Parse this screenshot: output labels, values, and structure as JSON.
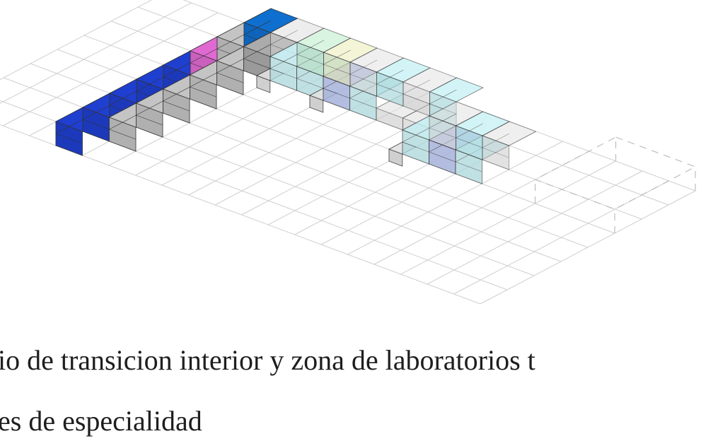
{
  "caption": {
    "line1": "io de transicion interior y zona de laboratorios t",
    "line2": "es de especialidad"
  },
  "colors": {
    "dark_blue": "#1f3fd0",
    "medium_blue": "#0f6fcf",
    "magenta": "#e06ad2",
    "dark_gray": "#a3a3a3",
    "gray": "#c4c4c4",
    "light_gray": "#e2e2e2",
    "cyan": "#bff0f4",
    "light_green": "#c9f2d6",
    "lavender": "#b8c6f3",
    "pale_yellow": "#eef2c6",
    "grid_line": "#cfcfcf"
  },
  "legend_blocks": [
    {
      "color": "dark_blue"
    },
    {
      "color": "medium_blue"
    },
    {
      "color": "magenta"
    },
    {
      "color": "gray"
    },
    {
      "color": "dark_gray"
    },
    {
      "color": "light_gray"
    },
    {
      "color": "cyan"
    },
    {
      "color": "light_green"
    },
    {
      "color": "lavender"
    },
    {
      "color": "pale_yellow"
    }
  ]
}
